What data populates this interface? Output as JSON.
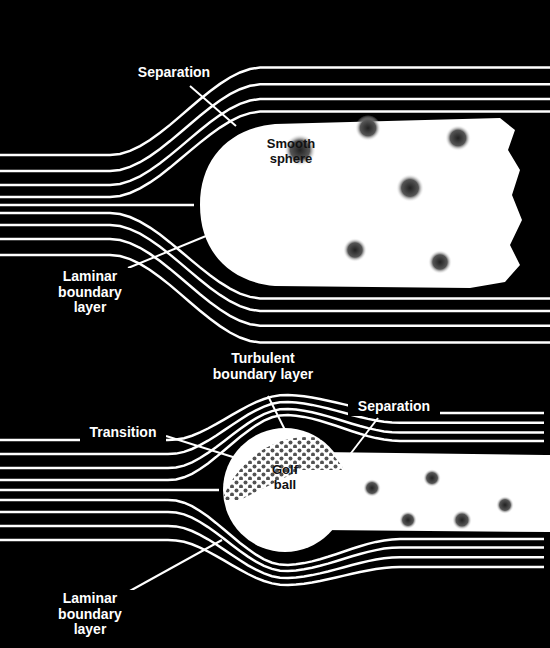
{
  "diagram": {
    "labels": [
      "Separation",
      "Laminar boundary layer",
      "Smooth sphere",
      "Turbulent boundary layer",
      "Transition",
      "Separation",
      "Golf ball",
      "Laminar boundary layer"
    ]
  }
}
